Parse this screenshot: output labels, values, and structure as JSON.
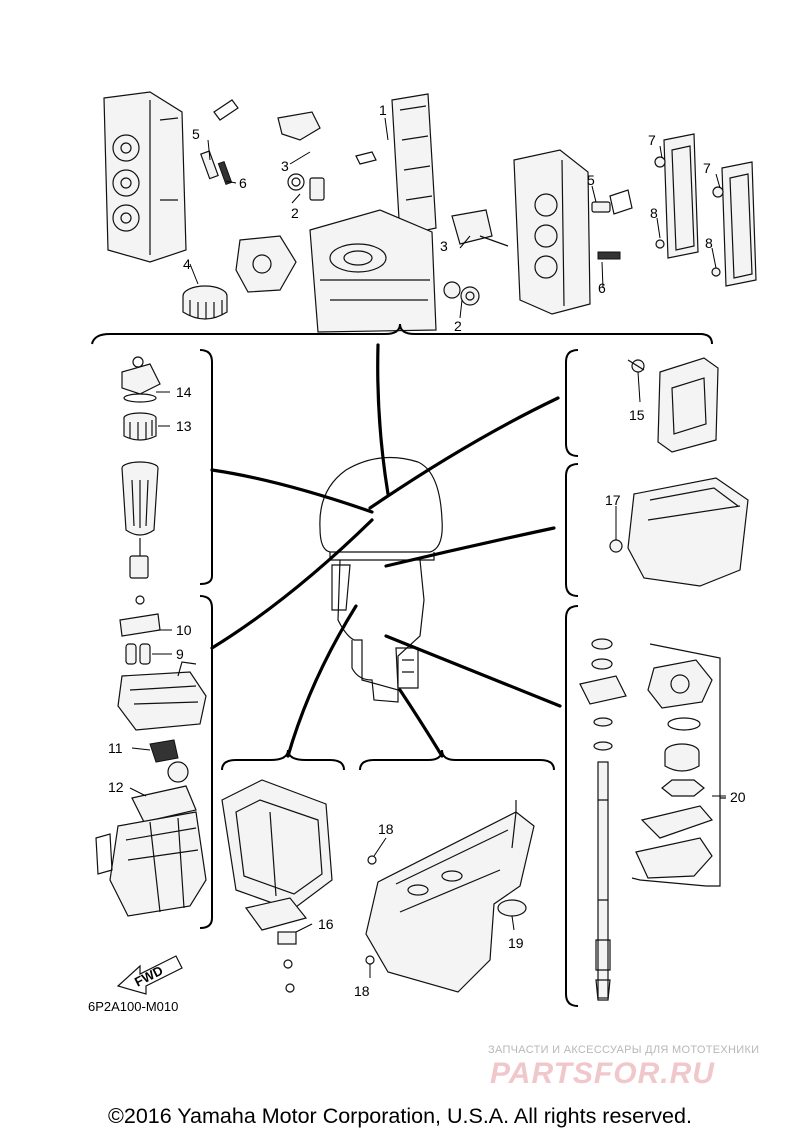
{
  "callouts": [
    "1",
    "2",
    "3",
    "4",
    "5",
    "6",
    "7",
    "8",
    "9",
    "10",
    "11",
    "12",
    "13",
    "14",
    "15",
    "16",
    "17",
    "18",
    "19",
    "20"
  ],
  "diagram_code": "6P2A100-M010",
  "fwd_label": "FWD",
  "watermark": {
    "subtitle": "ЗАПЧАСТИ И АКСЕССУАРЫ ДЛЯ МОТОТЕХНИКИ",
    "logo": "PARTSFOR.RU"
  },
  "copyright": "©2016 Yamaha Motor Corporation, U.S.A. All rights reserved."
}
